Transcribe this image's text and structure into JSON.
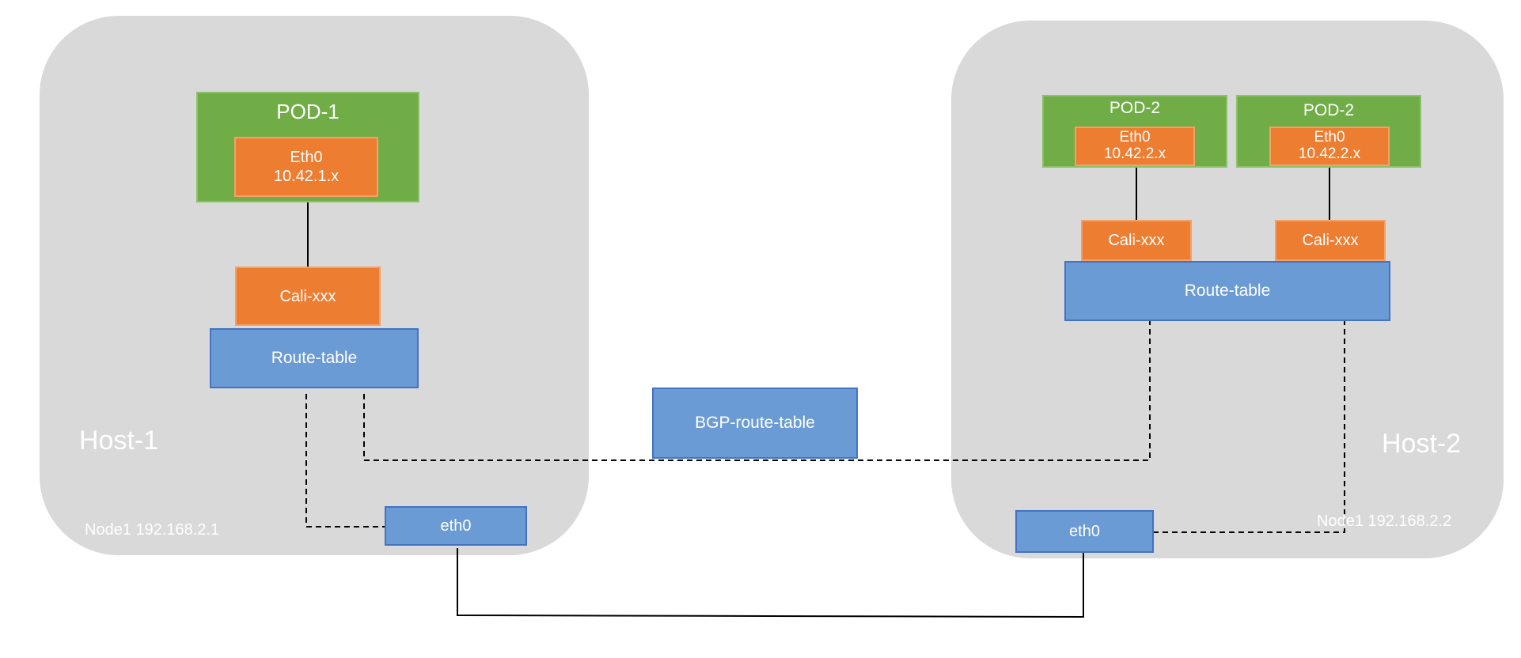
{
  "host1": {
    "label": "Host-1",
    "node": "Node1 192.168.2.1",
    "pod": {
      "title": "POD-1",
      "eth": "Eth0",
      "ip": "10.42.1.x"
    },
    "cali": "Cali-xxx",
    "route_table": "Route-table",
    "eth0": "eth0"
  },
  "host2": {
    "label": "Host-2",
    "node": "Node1 192.168.2.2",
    "pods": [
      {
        "title": "POD-2",
        "eth": "Eth0",
        "ip": "10.42.2.x"
      },
      {
        "title": "POD-2",
        "eth": "Eth0",
        "ip": "10.42.2.x"
      }
    ],
    "cali": [
      "Cali-xxx",
      "Cali-xxx"
    ],
    "route_table": "Route-table",
    "eth0": "eth0"
  },
  "bgp_route_table": "BGP-route-table",
  "colors": {
    "host_bg": "#d9d9d9",
    "pod_green": "#70ad47",
    "interface_orange": "#ed7d31",
    "route_blue": "#6a9bd4"
  }
}
